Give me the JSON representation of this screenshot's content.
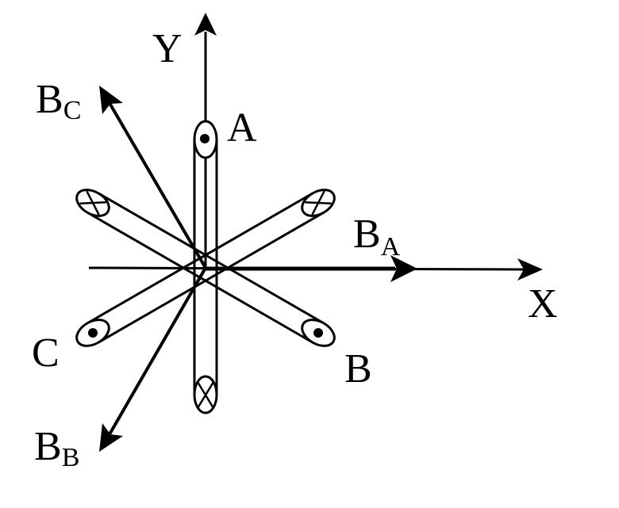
{
  "axes": {
    "x_label": "X",
    "y_label": "Y"
  },
  "coils": {
    "a": {
      "label": "A"
    },
    "b": {
      "label": "B"
    },
    "c": {
      "label": "C"
    }
  },
  "field_vectors": {
    "a": {
      "main": "B",
      "sub": "A"
    },
    "b": {
      "main": "B",
      "sub": "B"
    },
    "c": {
      "main": "B",
      "sub": "C"
    }
  },
  "colors": {
    "ink": "#000000",
    "background": "#ffffff"
  }
}
